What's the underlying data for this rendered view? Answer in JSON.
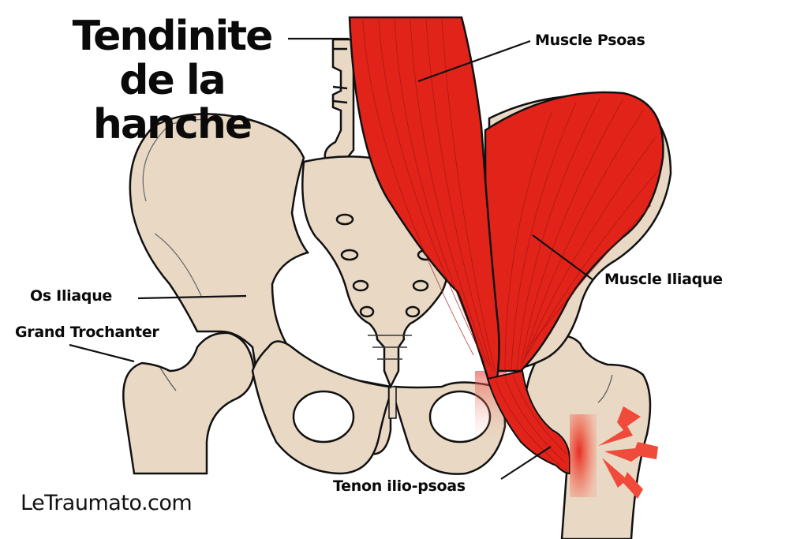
{
  "title": {
    "line1": "Tendinite",
    "line2": "de la hanche"
  },
  "labels": {
    "muscle_psoas": "Muscle Psoas",
    "muscle_iliaque": "Muscle Iliaque",
    "os_iliaque": "Os Iliaque",
    "grand_trochanter": "Grand Trochanter",
    "tenon_ilio_psoas": "Tenon ilio-psoas"
  },
  "brand": "LeTraumato.com",
  "colors": {
    "bone": "#e8d8c4",
    "muscle": "#e2231a",
    "outline": "#111111",
    "pain": "#f04a3a",
    "background": "#ffffff"
  }
}
